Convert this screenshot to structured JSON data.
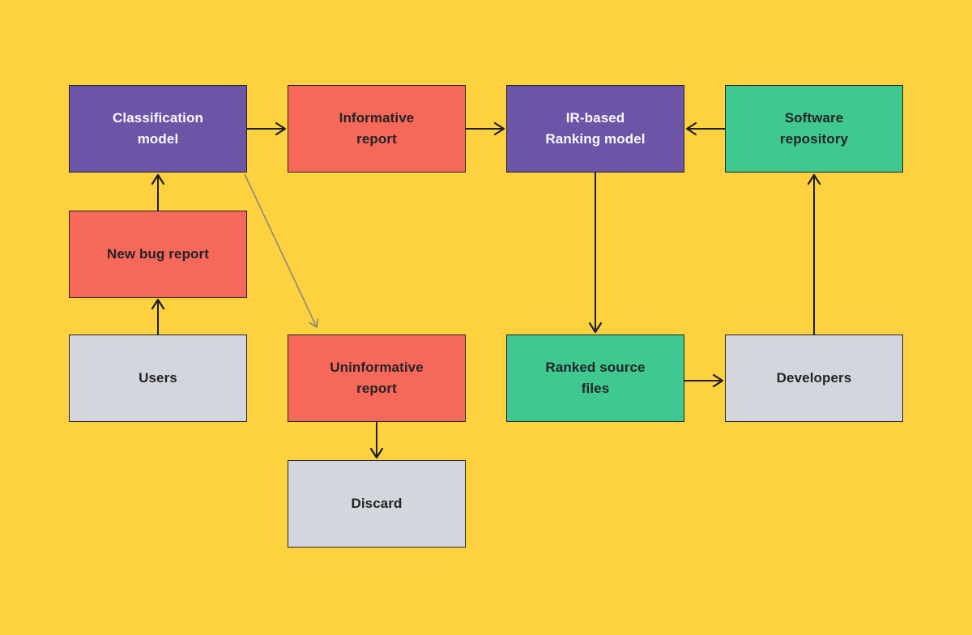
{
  "diagram": {
    "title": "Bug report triage and localization flowchart",
    "background_color": "#fdd23e",
    "palette": {
      "purple_node": "#6c55a6",
      "coral_node": "#f6695a",
      "green_node": "#3fc990",
      "gray_node": "#d3d6dc",
      "node_border": "#23232b",
      "arrow": "#1e1e24",
      "arrow_muted": "#8e897a",
      "text_dark": "#232326",
      "text_light": "#fbf8ff"
    },
    "nodes": [
      {
        "id": "classification-model",
        "label": "Classification\nmodel",
        "color": "purple"
      },
      {
        "id": "informative-report",
        "label": "Informative\nreport",
        "color": "coral"
      },
      {
        "id": "ir-based-ranking-model",
        "label": "IR-based\nRanking model",
        "color": "purple"
      },
      {
        "id": "software-repository",
        "label": "Software\nrepository",
        "color": "green"
      },
      {
        "id": "new-bug-report",
        "label": "New bug report",
        "color": "coral"
      },
      {
        "id": "users",
        "label": "Users",
        "color": "gray"
      },
      {
        "id": "uninformative-report",
        "label": "Uninformative\nreport",
        "color": "coral"
      },
      {
        "id": "ranked-source-files",
        "label": "Ranked source\nfiles",
        "color": "green"
      },
      {
        "id": "developers",
        "label": "Developers",
        "color": "gray"
      },
      {
        "id": "discard",
        "label": "Discard",
        "color": "gray"
      }
    ],
    "edges": [
      {
        "from": "users",
        "to": "new-bug-report",
        "style": "solid"
      },
      {
        "from": "new-bug-report",
        "to": "classification-model",
        "style": "solid"
      },
      {
        "from": "classification-model",
        "to": "informative-report",
        "style": "solid"
      },
      {
        "from": "informative-report",
        "to": "ir-based-ranking-model",
        "style": "solid"
      },
      {
        "from": "software-repository",
        "to": "ir-based-ranking-model",
        "style": "solid"
      },
      {
        "from": "classification-model",
        "to": "uninformative-report",
        "style": "muted"
      },
      {
        "from": "uninformative-report",
        "to": "discard",
        "style": "solid"
      },
      {
        "from": "ir-based-ranking-model",
        "to": "ranked-source-files",
        "style": "solid"
      },
      {
        "from": "ranked-source-files",
        "to": "developers",
        "style": "solid"
      },
      {
        "from": "developers",
        "to": "software-repository",
        "style": "solid"
      }
    ]
  }
}
